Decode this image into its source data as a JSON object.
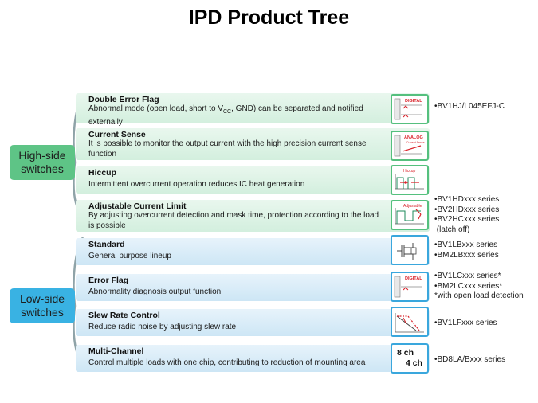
{
  "title": "IPD Product Tree",
  "categories": {
    "high_side": "High-side switches",
    "low_side": "Low-side switches"
  },
  "rows": [
    {
      "name": "Double Error Flag",
      "desc": "Abnormal mode (open load, short to V",
      "desc_sub": "CC",
      "desc_tail": ", GND) can be separated and notified externally",
      "icon": "digital-flag-icon",
      "icon_label": "DIGITAL"
    },
    {
      "name": "Current Sense",
      "desc": "It is possible to monitor the output current with the high precision current sense function",
      "icon": "analog-sense-icon",
      "icon_label": "ANALOG",
      "icon_sub": "Current Sense"
    },
    {
      "name": "Hiccup",
      "desc": "Intermittent  overcurrent operation reduces IC heat generation",
      "icon": "hiccup-waveform-icon",
      "icon_label": "Hiccup"
    },
    {
      "name": "Adjustable Current Limit",
      "desc": "By adjusting overcurrent detection and mask time, protection according to the load is possible",
      "icon": "adjustable-limit-icon",
      "icon_label": "Adjustable"
    },
    {
      "name": "Standard",
      "desc": "General purpose lineup",
      "icon": "mosfet-icon"
    },
    {
      "name": "Error Flag",
      "desc": "Abnormality diagnosis output function",
      "icon": "digital-flag-icon",
      "icon_label": "DIGITAL"
    },
    {
      "name": "Slew Rate Control",
      "desc": "Reduce radio noise by adjusting slew rate",
      "icon": "slew-rate-icon"
    },
    {
      "name": "Multi-Channel",
      "desc": "Control multiple loads with one chip, contributing to reduction of mounting area",
      "icon": "channel-count-icon",
      "icon_line1": "8 ch",
      "icon_line2": "4 ch"
    }
  ],
  "part_numbers": {
    "double_error_flag": [
      "•BV1HJ/L045EFJ-C"
    ],
    "adjustable": [
      "•BV1HDxxx series",
      "•BV2HDxxx series",
      "•BV2HCxxx series",
      " (latch off)"
    ],
    "standard": [
      "•BV1LBxxx series",
      "•BM2LBxxx series"
    ],
    "error_flag": [
      "•BV1LCxxx series*",
      "•BM2LCxxx series*",
      "*with open load detection"
    ],
    "slew_rate": [
      "•BV1LFxxx series"
    ],
    "multi_channel": [
      "•BD8LA/Bxxx series"
    ]
  },
  "colors": {
    "high_side_accent": "#5ec486",
    "low_side_accent": "#39b2e3",
    "icon_red": "#d9232b"
  }
}
